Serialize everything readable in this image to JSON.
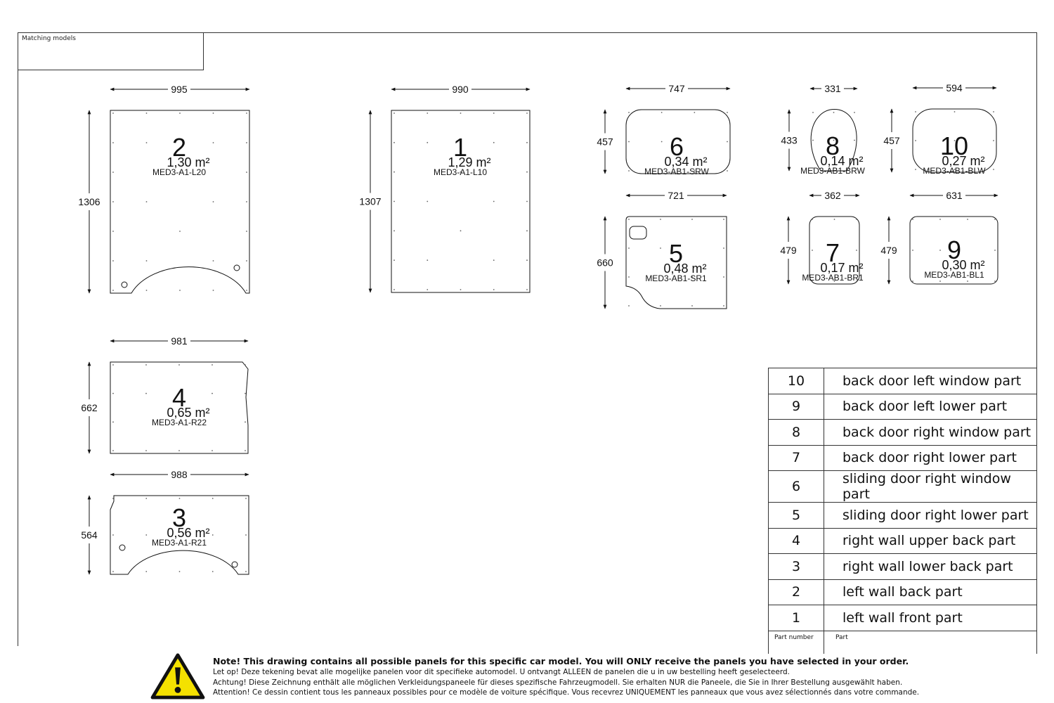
{
  "matching_models_label": "Matching models",
  "panels": [
    {
      "number": "2",
      "area": "1,30 m²",
      "code": "MED3-A1-L20",
      "width": "995",
      "height": "1306"
    },
    {
      "number": "1",
      "area": "1,29 m²",
      "code": "MED3-A1-L10",
      "width": "990",
      "height": "1307"
    },
    {
      "number": "6",
      "area": "0,34 m²",
      "code": "MED3-AB1-SRW",
      "width": "747",
      "height": "457"
    },
    {
      "number": "8",
      "area": "0,14 m²",
      "code": "MED3-AB1-BRW",
      "width": "331",
      "height": "433"
    },
    {
      "number": "10",
      "area": "0,27 m²",
      "code": "MED3-AB1-BLW",
      "width": "594",
      "height": "457"
    },
    {
      "number": "5",
      "area": "0,48 m²",
      "code": "MED3-AB1-SR1",
      "width": "721",
      "height": "660"
    },
    {
      "number": "7",
      "area": "0,17 m²",
      "code": "MED3-AB1-BR1",
      "width": "362",
      "height": "479"
    },
    {
      "number": "9",
      "area": "0,30 m²",
      "code": "MED3-AB1-BL1",
      "width": "631",
      "height": "479"
    },
    {
      "number": "4",
      "area": "0,65 m²",
      "code": "MED3-A1-R22",
      "width": "981",
      "height": "662"
    },
    {
      "number": "3",
      "area": "0,56 m²",
      "code": "MED3-A1-R21",
      "width": "988",
      "height": "564"
    }
  ],
  "parts_table": {
    "rows": [
      {
        "number": "10",
        "part": "back door left window part"
      },
      {
        "number": "9",
        "part": "back door left lower part"
      },
      {
        "number": "8",
        "part": "back door right window part"
      },
      {
        "number": "7",
        "part": "back door right lower part"
      },
      {
        "number": "6",
        "part": "sliding door right window part"
      },
      {
        "number": "5",
        "part": "sliding door right lower part"
      },
      {
        "number": "4",
        "part": "right wall upper back part"
      },
      {
        "number": "3",
        "part": "right wall lower back part"
      },
      {
        "number": "2",
        "part": "left wall back part"
      },
      {
        "number": "1",
        "part": "left wall front part"
      }
    ],
    "header_number": "Part number",
    "header_part": "Part"
  },
  "notice": {
    "icon": "warning-icon",
    "line_en": "Note! This drawing contains all possible panels for this specific car model. You will ONLY receive the panels you have selected in your order.",
    "line_nl": "Let op! Deze tekening bevat alle mogelijke panelen voor dit specifieke automodel. U ontvangt ALLEEN de panelen die u in uw bestelling heeft geselecteerd.",
    "line_de": "Achtung! Diese Zeichnung enthält alle möglichen Verkleidungspaneele für dieses spezifische Fahrzeugmodell. Sie erhalten NUR die Paneele, die Sie in Ihrer Bestellung ausgewählt haben.",
    "line_fr": "Attention! Ce dessin contient tous les panneaux possibles pour ce modèle de voiture spécifique. Vous recevrez UNIQUEMENT les panneaux que vous avez sélectionnés dans votre commande."
  }
}
